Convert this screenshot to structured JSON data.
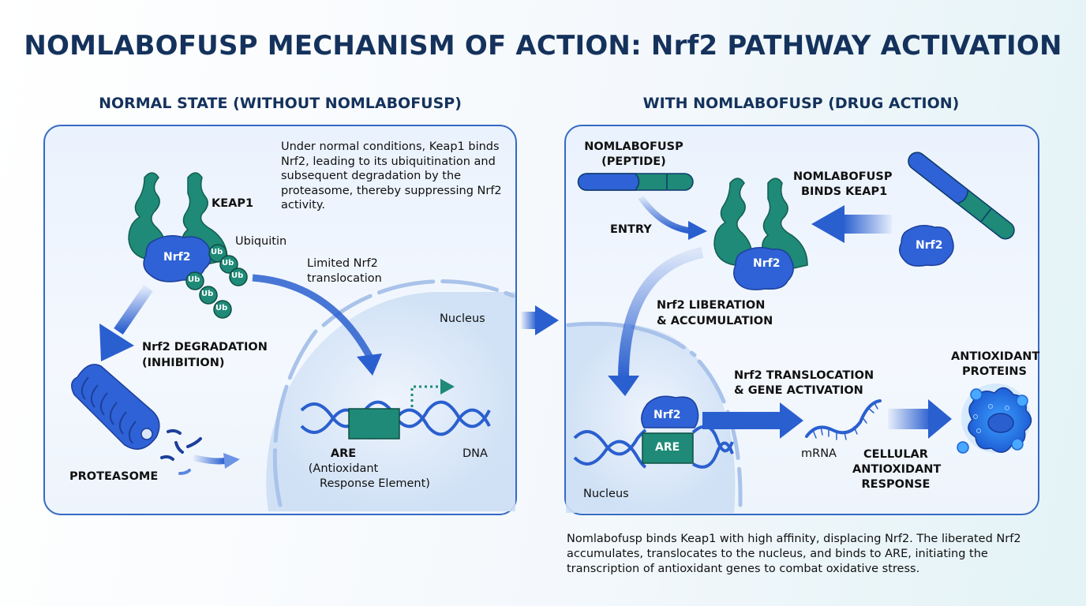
{
  "title": "NOMLABOFUSP MECHANISM OF ACTION: Nrf2 PATHWAY ACTIVATION",
  "colors": {
    "title": "#14325c",
    "panel_border": "#3569c4",
    "keap1_teal": "#1e8a77",
    "nrf2_blue": "#2f62d6",
    "arrow_blue": "#2a5fcf"
  },
  "left_panel": {
    "heading": "NORMAL STATE (WITHOUT NOMLABOFUSP)",
    "description": "Under normal conditions, Keap1 binds Nrf2, leading to its ubiquitination and subsequent degradation by the proteasome, thereby suppressing Nrf2 activity.",
    "keap1_label": "KEAP1",
    "nrf2_label": "Nrf2",
    "ubiquitin_label": "Ubiquitin",
    "ub_tags": [
      "Ub",
      "Ub",
      "Ub",
      "Ub",
      "Ub",
      "Ub"
    ],
    "translocation_label": "Limited Nrf2 translocation",
    "degradation_label_1": "Nrf2 DEGRADATION",
    "degradation_label_2": "(INHIBITION)",
    "proteasome_label": "PROTEASOME",
    "nucleus_label": "Nucleus",
    "are_label": "ARE",
    "are_full_1": "(Antioxidant",
    "are_full_2": "Response Element)",
    "dna_label": "DNA"
  },
  "right_panel": {
    "heading": "WITH NOMLABOFUSP (DRUG ACTION)",
    "peptide_label_1": "NOMLABOFUSP",
    "peptide_label_2": "(PEPTIDE)",
    "entry_label": "ENTRY",
    "binds_label_1": "NOMLABOFUSP",
    "binds_label_2": "BINDS KEAP1",
    "nrf2_bound_label": "Nrf2",
    "nrf2_free_label": "Nrf2",
    "liberation_label_1": "Nrf2 LIBERATION",
    "liberation_label_2": "& ACCUMULATION",
    "translocation_label_1": "Nrf2 TRANSLOCATION",
    "translocation_label_2": "& GENE ACTIVATION",
    "nrf2_nuclear_label": "Nrf2",
    "are_label": "ARE",
    "mrna_label": "mRNA",
    "response_label_1": "CELLULAR",
    "response_label_2": "ANTIOXIDANT",
    "response_label_3": "RESPONSE",
    "proteins_label_1": "ANTIOXIDANT",
    "proteins_label_2": "PROTEINS",
    "nucleus_label": "Nucleus"
  },
  "footer_text": "Nomlabofusp binds Keap1 with high affinity, displacing Nrf2. The liberated Nrf2 accumulates, translocates to the nucleus, and binds to ARE, initiating the transcription of antioxidant genes to combat oxidative stress."
}
